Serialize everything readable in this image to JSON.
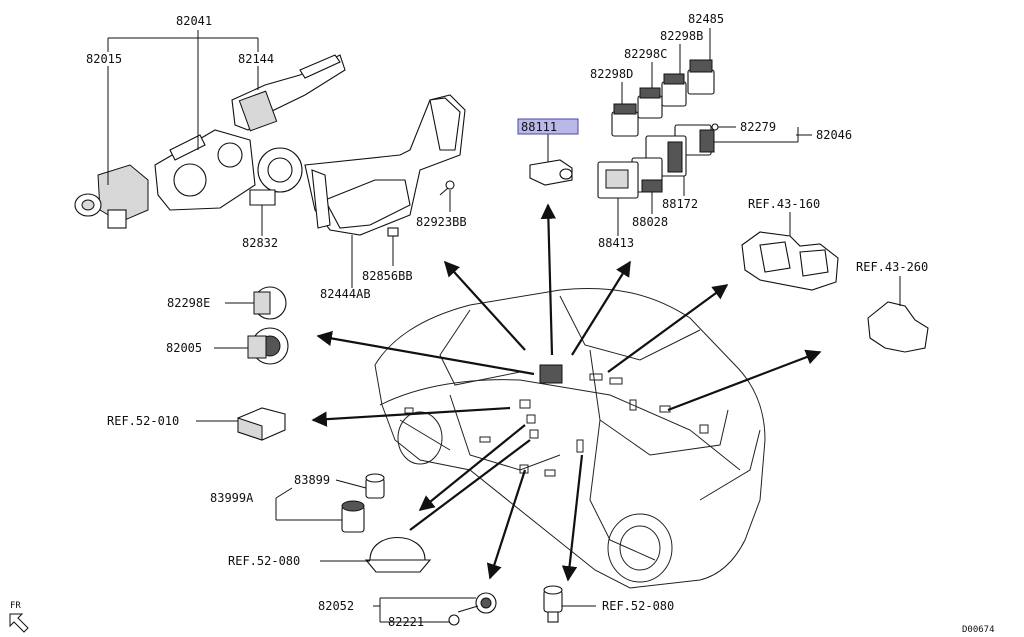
{
  "diagram": {
    "labels": {
      "p82041": "82041",
      "p82015": "82015",
      "p82144": "82144",
      "p82832": "82832",
      "p82923BB": "82923BB",
      "p82856BB": "82856BB",
      "p82444AB": "82444AB",
      "p82298E": "82298E",
      "p82005": "82005",
      "ref52010": "REF.52-010",
      "p83899": "83899",
      "p83999A": "83999A",
      "ref52080a": "REF.52-080",
      "p82052": "82052",
      "p82221": "82221",
      "ref52080b": "REF.52-080",
      "p88111": "88111",
      "p82485": "82485",
      "p82298B": "82298B",
      "p82298C": "82298C",
      "p82298D": "82298D",
      "p82279": "82279",
      "p82046": "82046",
      "p88172": "88172",
      "p88028": "88028",
      "p88413": "88413",
      "ref43160": "REF.43-160",
      "ref43260": "REF.43-260",
      "fr": "FR",
      "code": "D00674"
    },
    "highlight_color": "#b9b8e6"
  }
}
